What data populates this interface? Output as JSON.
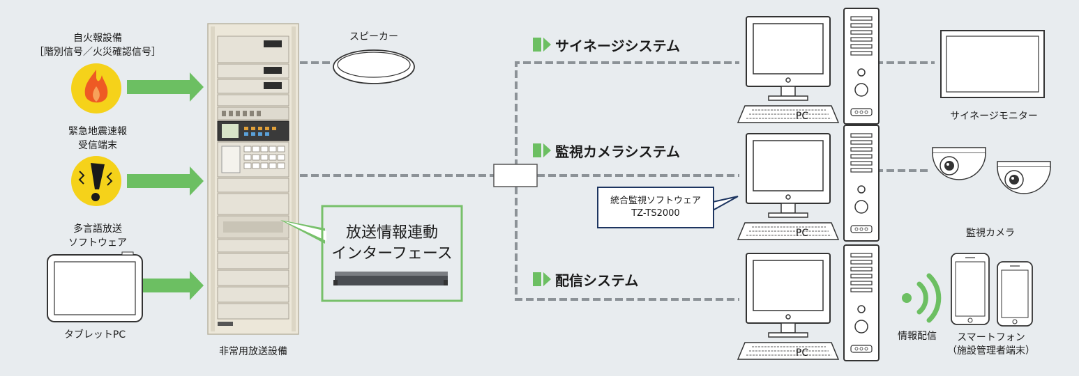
{
  "inputs": {
    "fire_alarm_line1": "自火報設備",
    "fire_alarm_line2": "［階別信号／火災確認信号］",
    "earthquake_line1": "緊急地震速報",
    "earthquake_line2": "受信端末",
    "multilingual_line1": "多言語放送",
    "multilingual_line2": "ソフトウェア",
    "tablet_label": "タブレットPC"
  },
  "rack_label": "非常用放送設備",
  "speaker_label": "スピーカー",
  "interface": {
    "title_line1": "放送情報連動",
    "title_line2": "インターフェース"
  },
  "systems": {
    "signage": {
      "title": "サイネージシステム",
      "pc_label": "PC",
      "device_label": "サイネージモニター"
    },
    "camera": {
      "title": "監視カメラシステム",
      "pc_label": "PC",
      "device_label": "監視カメラ",
      "callout_line1": "統合監視ソフトウェア",
      "callout_line2": "TZ-TS2000"
    },
    "distribution": {
      "title": "配信システム",
      "pc_label": "PC",
      "wireless_label": "情報配信",
      "device_line1": "スマートフォン",
      "device_line2": "（施設管理者端末）"
    }
  },
  "colors": {
    "background": "#e8ecef",
    "arrow_green": "#6cbf62",
    "dashed_line": "#8c9297",
    "navy": "#1d3560",
    "alarm_yellow": "#f5d21a",
    "fire_orange": "#ee5a24",
    "rack_beige": "#ece7d9"
  }
}
